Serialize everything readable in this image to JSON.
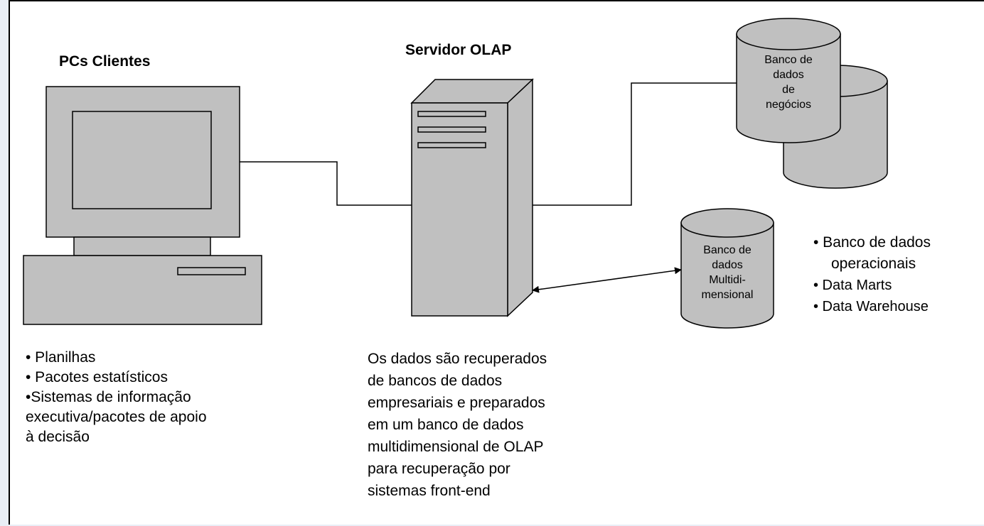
{
  "clients": {
    "title": "PCs Clientes",
    "notes": [
      "• Planilhas",
      "• Pacotes estatísticos",
      "•Sistemas de informação",
      "executiva/pacotes de apoio",
      "à decisão"
    ]
  },
  "server": {
    "title": "Servidor OLAP",
    "description": [
      "Os dados são recuperados",
      "de bancos de dados",
      "empresariais e preparados",
      "em um banco de dados",
      "multidimensional de OLAP",
      "para recuperação por",
      "sistemas front-end"
    ]
  },
  "business_db": {
    "label": [
      "Banco de",
      "dados",
      "de",
      "negócios"
    ]
  },
  "multidim_db": {
    "label": [
      "Banco de",
      "dados",
      "Multidi-",
      "mensional"
    ]
  },
  "sources": {
    "items": [
      "• Banco de dados",
      "operacionais",
      "• Data Marts",
      "• Data Warehouse"
    ]
  },
  "colors": {
    "shape_fill": "#c0c0c0",
    "stroke": "#000000",
    "page_bg": "#ffffff",
    "backdrop": "#e9eef6"
  }
}
